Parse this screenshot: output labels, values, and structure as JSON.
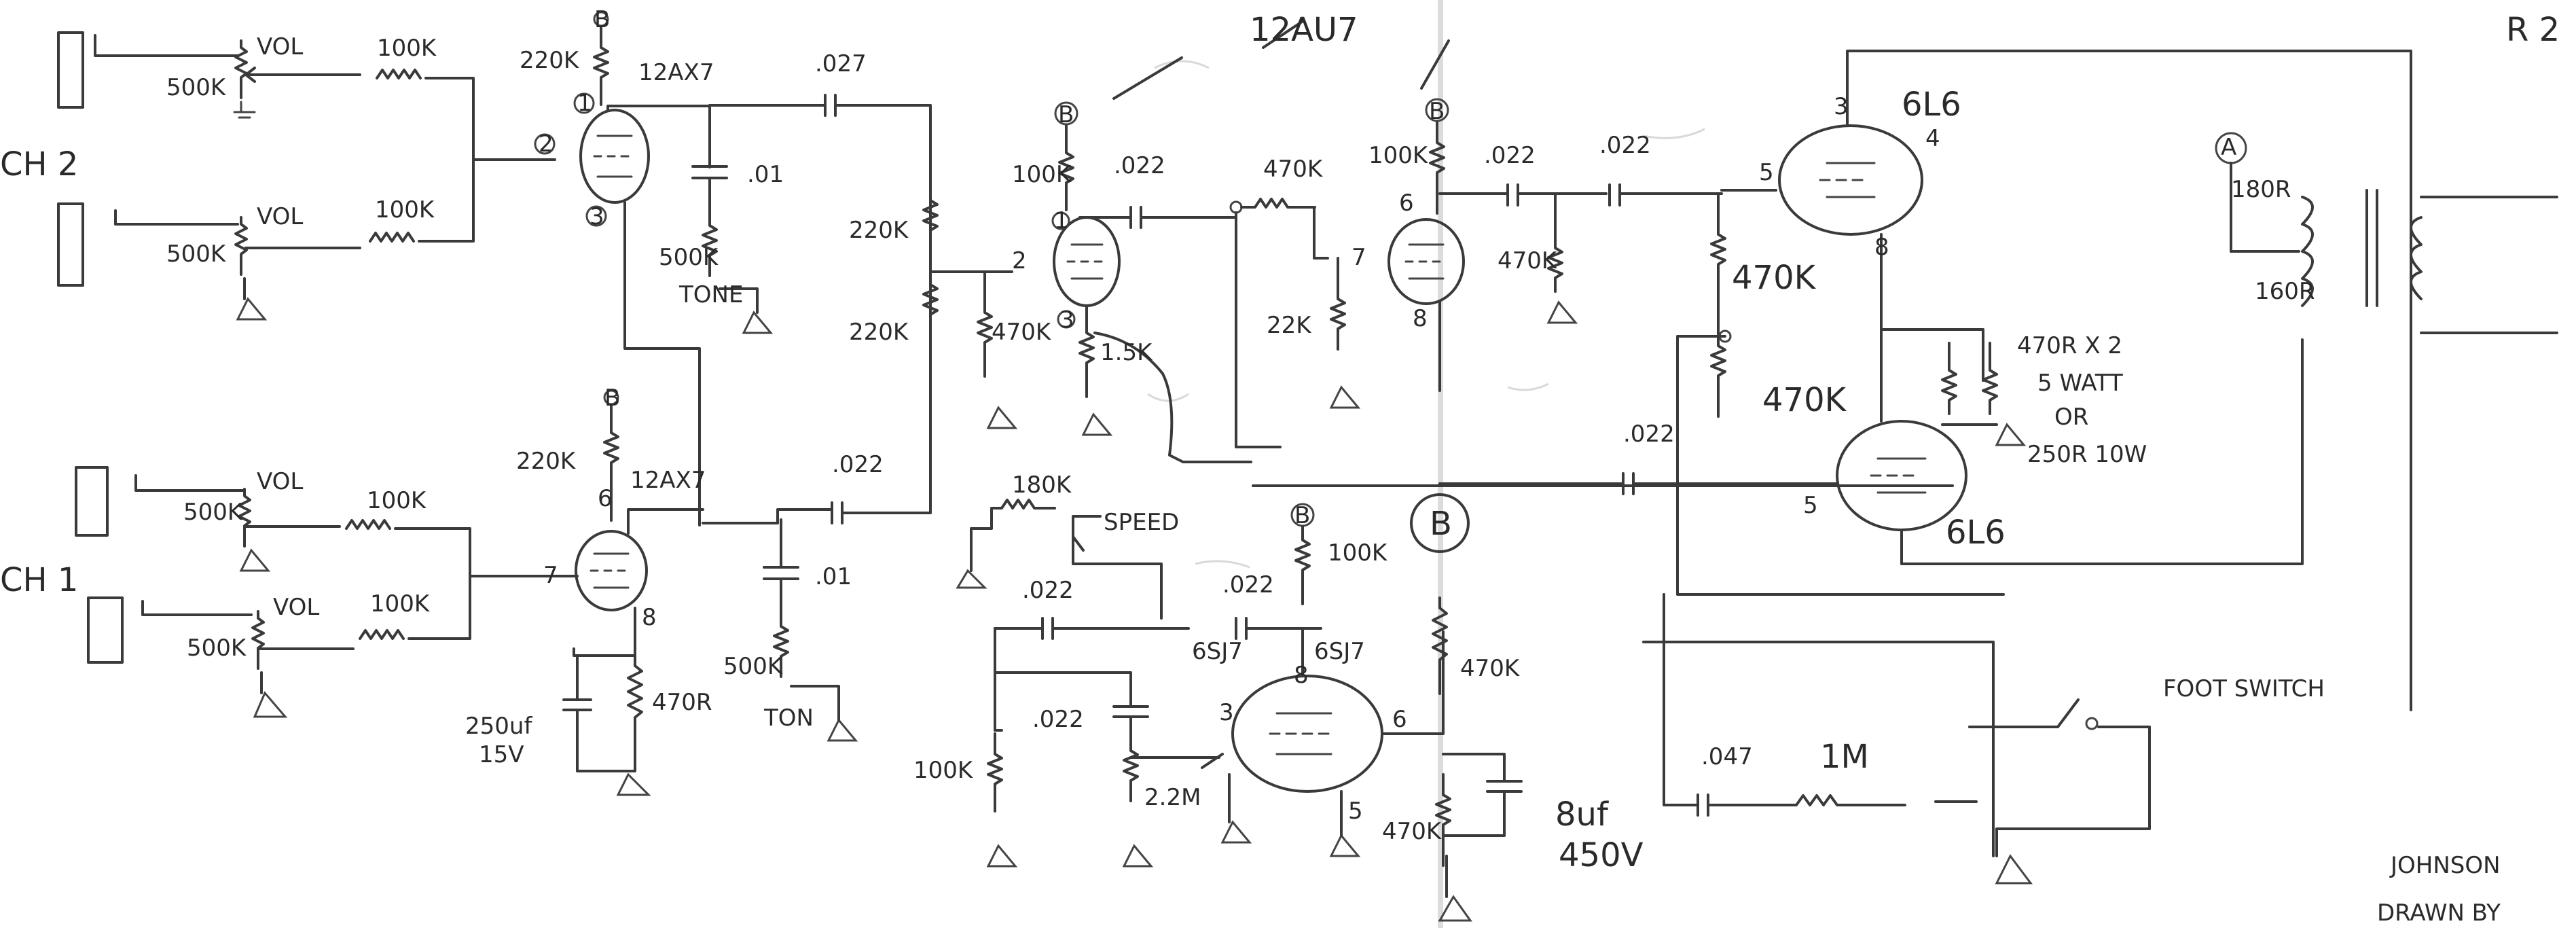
{
  "labels": {
    "page_marker": "R 2",
    "tube_top_right": "12AU7",
    "ch2": "CH 2",
    "ch1": "CH 1",
    "vol": "VOL",
    "r_100k_in": "100K",
    "pot_500k": "500K",
    "r_220k": "220K",
    "v1_top": "12AX7",
    "v1_bot": "12AX7",
    "pin1": "1",
    "pin2": "2",
    "pin3": "3",
    "pin6": "6",
    "pin7": "7",
    "pin8": "8",
    "pin5": "5",
    "c_027": ".027",
    "c_022": ".022",
    "c_01": ".01",
    "tone_pot": "500K",
    "tone": "TONE",
    "ton": "TON",
    "r_470r": "470R",
    "cap_250uf": "250uf",
    "v_15v": "15V",
    "b_node": "B",
    "r_100k": "100K",
    "r_470k": "470K",
    "r_1_5k": "1.5K",
    "r_22k": "22K",
    "r_180k": "180K",
    "speed": "SPEED",
    "tube_6sj7": "6SJ7",
    "r_2_2m": "2.2M",
    "cap_8uf": "8uf",
    "v_450v": "450V",
    "tube_6l6": "6L6",
    "pin4": "4",
    "r_470rx2": "470R X 2",
    "watt": "5 WATT",
    "or": "OR",
    "r_250r": "250R 10W",
    "node_a": "A",
    "r_180r": "180R",
    "r_160r": "160R",
    "c_047": ".047",
    "r_1m": "1M",
    "foot_switch": "FOOT SWITCH",
    "johnson": "JOHNSON",
    "drawn_by": "DRAWN BY"
  }
}
